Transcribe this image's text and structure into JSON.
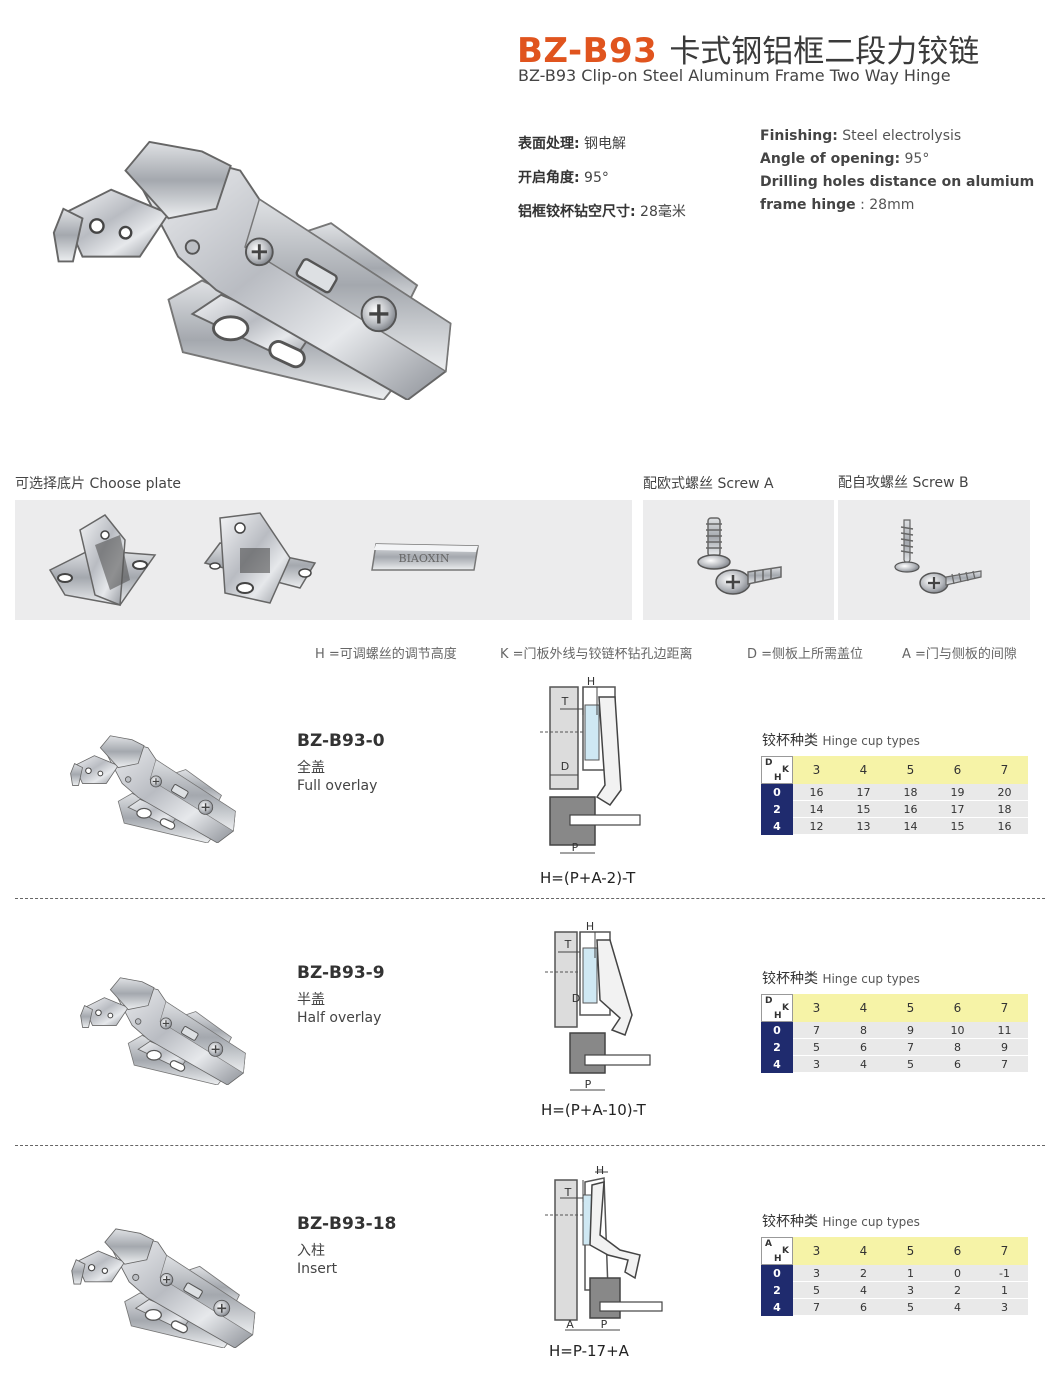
{
  "header": {
    "model_code": "BZ-B93",
    "title_cn": "卡式钢铝框二段力铰链",
    "title_en": "BZ-B93 Clip-on Steel Aluminum Frame Two Way Hinge"
  },
  "specs_cn": [
    {
      "label": "表面处理:",
      "value": " 钢电解"
    },
    {
      "label": "开启角度:",
      "value": " 95°"
    },
    {
      "label": "铝框铰杯钻空尺寸:",
      "value": " 28毫米"
    }
  ],
  "specs_en": {
    "finishing_label": "Finishing:",
    "finishing_value": " Steel electrolysis",
    "angle_label": "Angle of opening:",
    "angle_value": " 95°",
    "drilling_label_1": "Drilling holes distance on alumium",
    "drilling_label_2": "frame hinge",
    "drilling_value": " : 28mm"
  },
  "accessories": {
    "plate_label": "可选择底片 Choose plate",
    "screw_a_label": "配欧式螺丝 Screw A",
    "screw_b_label": "配自攻螺丝 Screw B",
    "plate_brand": "BIAOXIN"
  },
  "legend": {
    "h": "H =可调螺丝的调节高度",
    "k": "K =门板外线与铰链杯钻孔边距离",
    "d": "D =侧板上所需盖位",
    "a": "A =门与侧板的间隙"
  },
  "colors": {
    "accent": "#e0541e",
    "row_header": "#1f2b6e",
    "k_header": "#f6f3a7",
    "cell": "#e9e9e9",
    "blue_part": "#cfe8f3"
  },
  "models": [
    {
      "name": "BZ-B93-0",
      "cn": "全盖",
      "en": "Full overlay",
      "formula": "H=(P+A-2)-T",
      "cup_caption_cn": "铰杯种类",
      "cup_caption_en": "Hinge cup types",
      "corner_top": "D",
      "corner_k": "K",
      "corner_h": "H",
      "k_values": [
        "3",
        "4",
        "5",
        "6",
        "7"
      ],
      "rows": [
        {
          "h": "0",
          "values": [
            "16",
            "17",
            "18",
            "19",
            "20"
          ]
        },
        {
          "h": "2",
          "values": [
            "14",
            "15",
            "16",
            "17",
            "18"
          ]
        },
        {
          "h": "4",
          "values": [
            "12",
            "13",
            "14",
            "15",
            "16"
          ]
        }
      ],
      "diagram_labels": {
        "t": "T",
        "h": "H",
        "d": "D",
        "p": "P"
      }
    },
    {
      "name": "BZ-B93-9",
      "cn": "半盖",
      "en": "Half overlay",
      "formula": "H=(P+A-10)-T",
      "cup_caption_cn": "铰杯种类",
      "cup_caption_en": "Hinge cup types",
      "corner_top": "D",
      "corner_k": "K",
      "corner_h": "H",
      "k_values": [
        "3",
        "4",
        "5",
        "6",
        "7"
      ],
      "rows": [
        {
          "h": "0",
          "values": [
            "7",
            "8",
            "9",
            "10",
            "11"
          ]
        },
        {
          "h": "2",
          "values": [
            "5",
            "6",
            "7",
            "8",
            "9"
          ]
        },
        {
          "h": "4",
          "values": [
            "3",
            "4",
            "5",
            "6",
            "7"
          ]
        }
      ],
      "diagram_labels": {
        "t": "T",
        "h": "H",
        "d": "D",
        "p": "P"
      }
    },
    {
      "name": "BZ-B93-18",
      "cn": "入柱",
      "en": "Insert",
      "formula": "H=P-17+A",
      "cup_caption_cn": "铰杯种类",
      "cup_caption_en": "Hinge cup types",
      "corner_top": "A",
      "corner_k": "K",
      "corner_h": "H",
      "k_values": [
        "3",
        "4",
        "5",
        "6",
        "7"
      ],
      "rows": [
        {
          "h": "0",
          "values": [
            "3",
            "2",
            "1",
            "0",
            "-1"
          ]
        },
        {
          "h": "2",
          "values": [
            "5",
            "4",
            "3",
            "2",
            "1"
          ]
        },
        {
          "h": "4",
          "values": [
            "7",
            "6",
            "5",
            "4",
            "3"
          ]
        }
      ],
      "diagram_labels": {
        "t": "T",
        "h": "H",
        "a": "A",
        "p": "P"
      }
    }
  ]
}
